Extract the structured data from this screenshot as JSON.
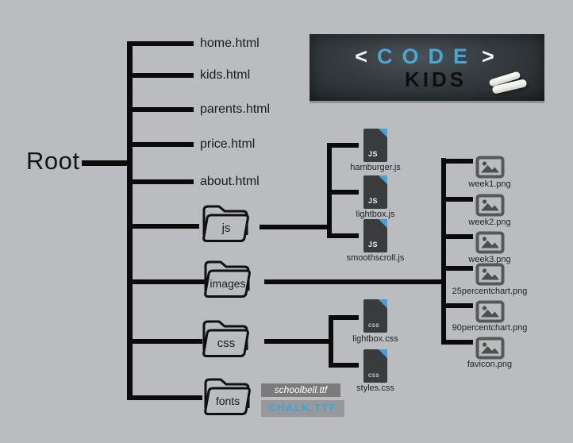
{
  "root": {
    "label": "Root"
  },
  "logo": {
    "left_bracket": "<",
    "title": "CODE",
    "right_bracket": ">",
    "subtitle": "KIDS",
    "board_color": "#2f3539",
    "accent_color": "#4aa5d5"
  },
  "tree": {
    "html_files": [
      "home.html",
      "kids.html",
      "parents.html",
      "price.html",
      "about.html"
    ],
    "folders": {
      "js": {
        "name": "js"
      },
      "images": {
        "name": "images"
      },
      "css": {
        "name": "css"
      },
      "fonts": {
        "name": "fonts"
      }
    },
    "js_files": [
      {
        "badge": "JS",
        "name": "hamburger.js"
      },
      {
        "badge": "JS",
        "name": "lightbox.js"
      },
      {
        "badge": "JS",
        "name": "smoothscroll.js"
      }
    ],
    "css_files": [
      {
        "badge": "css",
        "name": "lightbox.css"
      },
      {
        "badge": "css",
        "name": "styles.css"
      }
    ],
    "image_files": [
      {
        "name": "week1.png"
      },
      {
        "name": "week2.png"
      },
      {
        "name": "week3.png"
      },
      {
        "name": "25percentchart.png"
      },
      {
        "name": "90percentchart.png"
      },
      {
        "name": "favicon.png"
      }
    ],
    "font_files": [
      {
        "name": "schoolbell.ttf"
      },
      {
        "name": "CHALK.TTF"
      }
    ]
  },
  "colors": {
    "background": "#babcbf",
    "line": "#0b0b0b",
    "doc_body": "#3a3b3d",
    "doc_fold": "#46a2d3",
    "image_icon_frame": "#57585a"
  }
}
